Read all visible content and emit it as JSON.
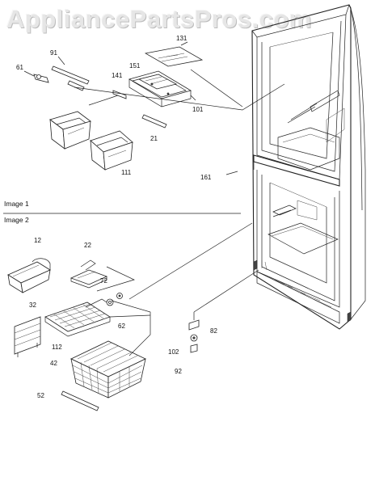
{
  "watermark": "AppliancePartsPros.com",
  "sections": {
    "image1": "Image 1",
    "image2": "Image 2"
  },
  "callouts": {
    "p131": "131",
    "p91": "91",
    "p61": "61",
    "p151": "151",
    "p141": "141",
    "p101": "101",
    "p21": "21",
    "p111": "111",
    "p161": "161",
    "p12": "12",
    "p22": "22",
    "p72": "72",
    "p32": "32",
    "p62": "62",
    "p112": "112",
    "p42": "42",
    "p52": "52",
    "p82": "82",
    "p102": "102",
    "p92": "92"
  }
}
